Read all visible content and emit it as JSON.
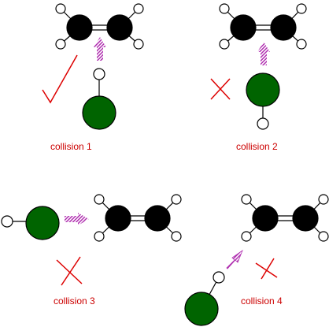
{
  "captions": [
    "collision 1",
    "collision 2",
    "collision 3",
    "collision 4"
  ],
  "colors": {
    "carbon": "#000000",
    "hydrogen": "#ffffff",
    "chlorine": "#006400",
    "arrow": "#b030b0",
    "tick": "#dd0000",
    "cross": "#dd0000",
    "caption": "#cc0000"
  },
  "marks": [
    "check-mark",
    "cross-mark",
    "cross-mark",
    "cross-mark"
  ]
}
